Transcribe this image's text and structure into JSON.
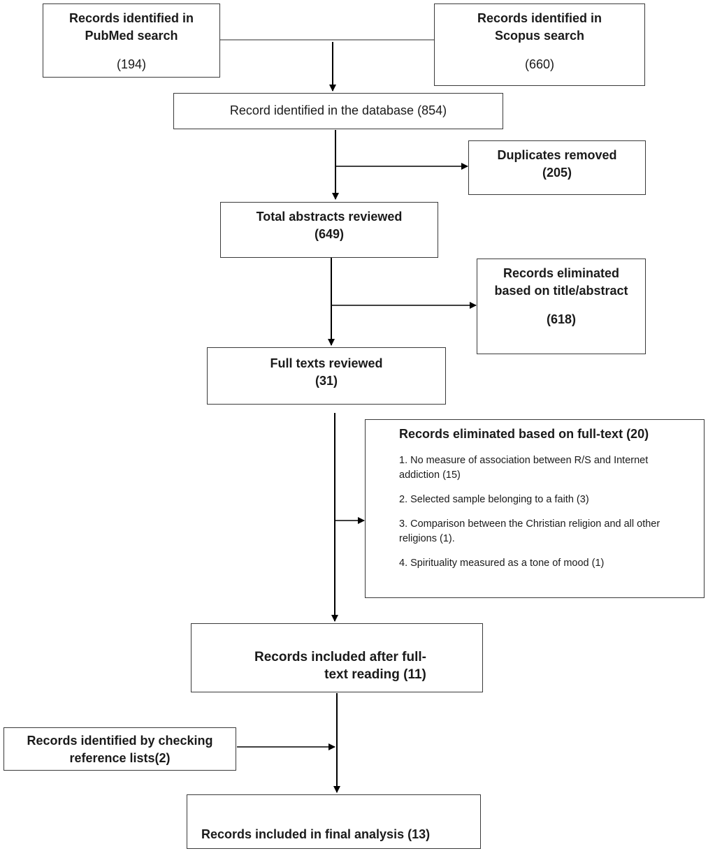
{
  "boxes": {
    "pubmed": {
      "line1": "Records identified in",
      "line2": "PubMed search",
      "count": "(194)"
    },
    "scopus": {
      "line1": "Records identified in",
      "line2": "Scopus search",
      "count": "(660)"
    },
    "database": {
      "text": "Record identified in the database (854)"
    },
    "duplicates": {
      "line1": "Duplicates removed",
      "count": "(205)"
    },
    "abstracts": {
      "line1": "Total abstracts reviewed",
      "count": "(649)"
    },
    "eliminated_title": {
      "line1": "Records eliminated",
      "line2": "based on title/abstract",
      "count": "(618)"
    },
    "fulltexts": {
      "line1": "Full texts reviewed",
      "count": "(31)"
    },
    "eliminated_fulltext": {
      "title": "Records eliminated based on full-text (20)",
      "reasons": [
        {
          "line1": "1.  No measure of association between R/S and Internet",
          "line2": "addiction (15)"
        },
        {
          "line1": "2. Selected sample belonging to a faith (3)"
        },
        {
          "line1": "3. Comparison between the Christian religion and all other",
          "line2": "religions (1)."
        },
        {
          "line1": "4. Spirituality measured as a tone of mood (1)"
        }
      ]
    },
    "included_fulltext": {
      "line1": "Records included after full-",
      "line2": "text reading (11)"
    },
    "reference_lists": {
      "line1": "Records identified by checking",
      "line2": "reference lists(2)"
    },
    "final": {
      "text": "Records included in final analysis (13)"
    }
  }
}
